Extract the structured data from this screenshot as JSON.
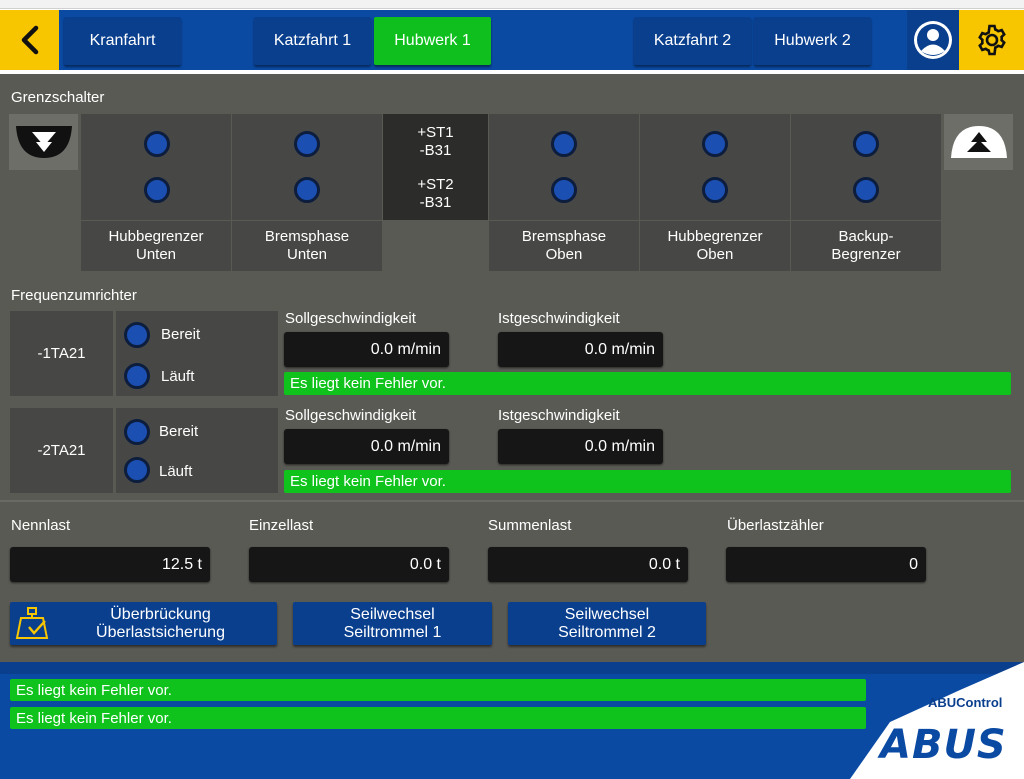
{
  "nav": {
    "tabs": [
      {
        "label": "Kranfahrt",
        "active": false
      },
      {
        "label": "Katzfahrt 1",
        "active": false
      },
      {
        "label": "Hubwerk 1",
        "active": true
      },
      {
        "label": "Katzfahrt 2",
        "active": false
      },
      {
        "label": "Hubwerk 2",
        "active": false
      }
    ],
    "icons": {
      "back": "chevron-left-icon",
      "user": "user-icon",
      "settings": "gear-icon"
    }
  },
  "grenzschalter": {
    "title": "Grenzschalter",
    "captions": [
      "Hubbegrenzer",
      "Unten",
      "Bremsphase",
      "Unten",
      "Bremsphase",
      "Oben",
      "Hubbegrenzer",
      "Oben",
      "Backup-",
      "Begrenzer"
    ],
    "st": [
      "+ST1",
      "-B31",
      "+ST2",
      "-B31"
    ]
  },
  "frequenzumrichter": {
    "title": "Frequenzumrichter",
    "units": [
      {
        "id": "-1TA21",
        "ready": "Bereit",
        "running": "Läuft",
        "soll_label": "Sollgeschwindigkeit",
        "soll_value": "0.0 m/min",
        "ist_label": "Istgeschwindigkeit",
        "ist_value": "0.0 m/min",
        "status": "Es liegt kein Fehler vor."
      },
      {
        "id": "-2TA21",
        "ready": "Bereit",
        "running": "Läuft",
        "soll_label": "Sollgeschwindigkeit",
        "soll_value": "0.0 m/min",
        "ist_label": "Istgeschwindigkeit",
        "ist_value": "0.0 m/min",
        "status": "Es liegt kein Fehler vor."
      }
    ]
  },
  "loads": [
    {
      "label": "Nennlast",
      "value": "12.5 t"
    },
    {
      "label": "Einzellast",
      "value": "0.0 t"
    },
    {
      "label": "Summenlast",
      "value": "0.0 t"
    },
    {
      "label": "Überlastzähler",
      "value": "0"
    }
  ],
  "actions": [
    {
      "line1": "Überbrückung",
      "line2": "Überlastsicherung"
    },
    {
      "line1": "Seilwechsel",
      "line2": "Seiltrommel 1"
    },
    {
      "line1": "Seilwechsel",
      "line2": "Seiltrommel 2"
    }
  ],
  "footer": {
    "messages": [
      "Es liegt kein Fehler vor.",
      "Es liegt kein Fehler vor."
    ],
    "product": "ABUControl",
    "brand": "ABUS"
  },
  "colors": {
    "accent_yellow": "#f7c600",
    "nav_blue": "#0a3f8e",
    "active_green": "#0fbf1e",
    "led_blue": "#1c4fb2"
  }
}
